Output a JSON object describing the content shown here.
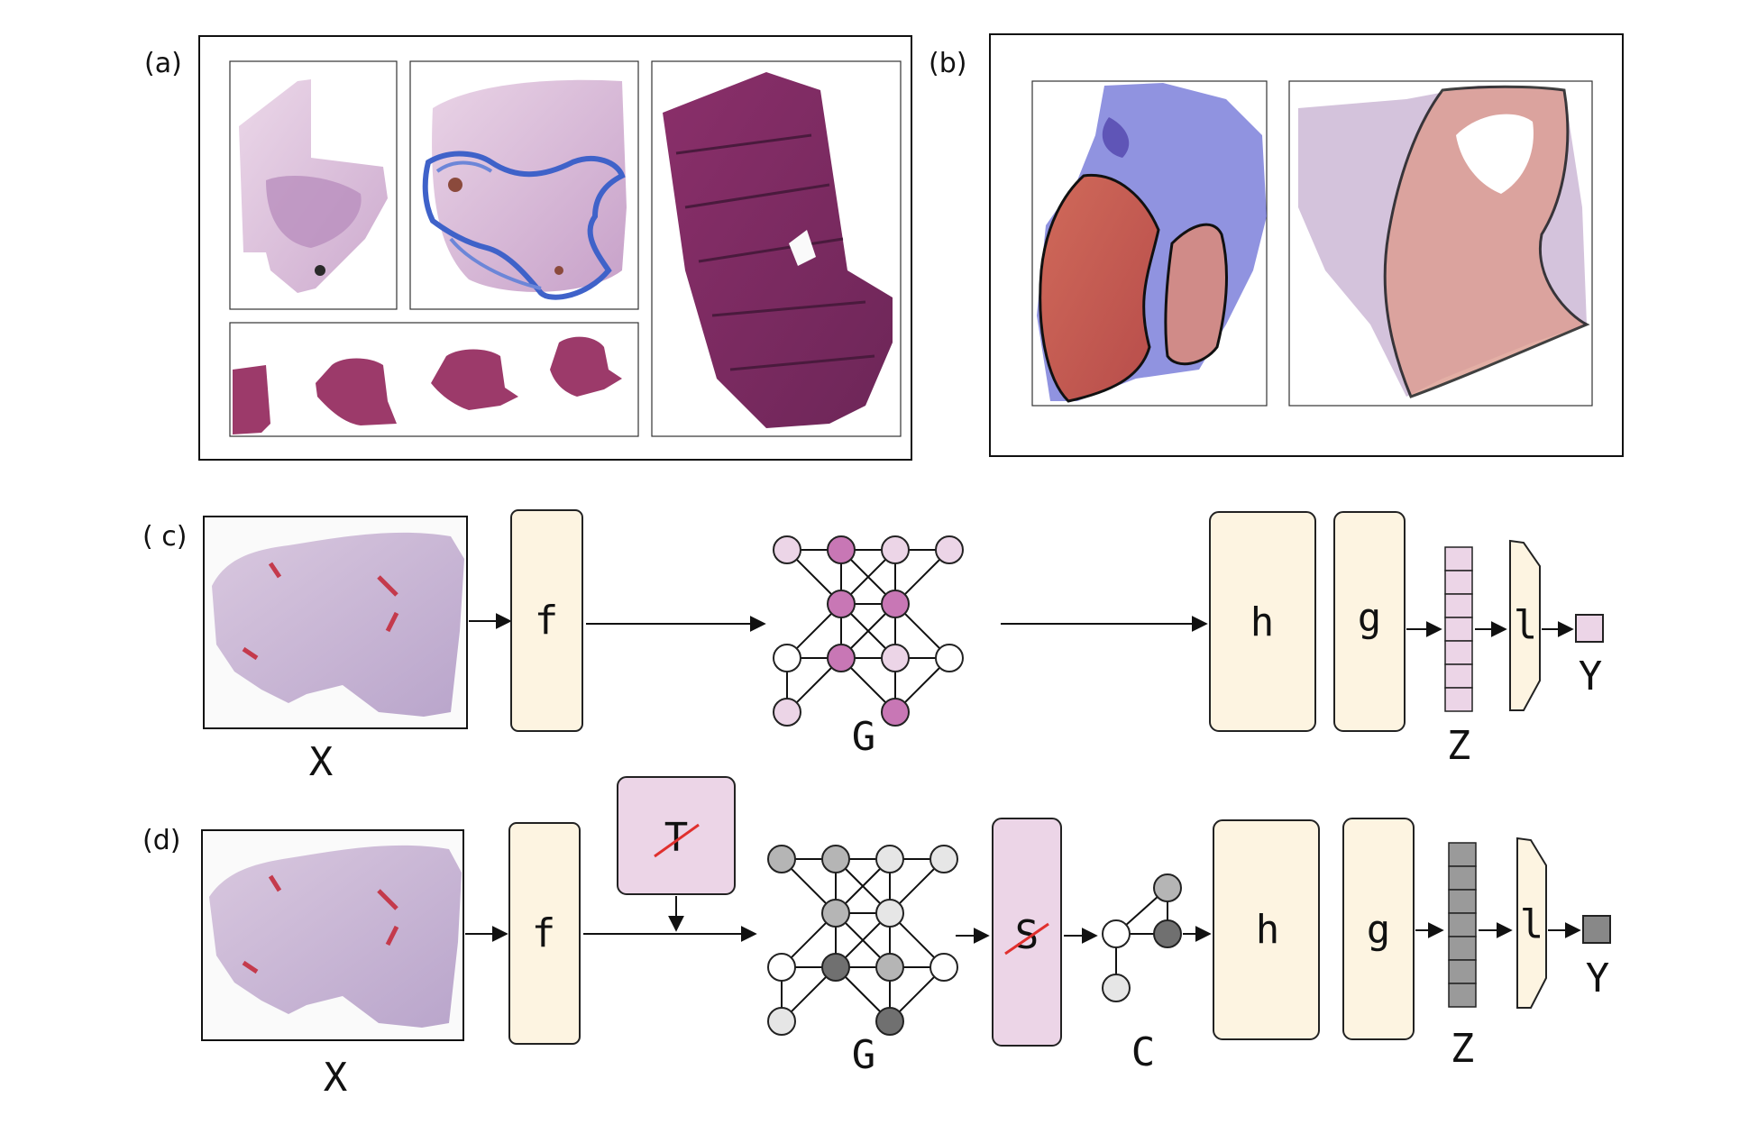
{
  "panels": {
    "a": {
      "label": "(a)"
    },
    "b": {
      "label": "(b)"
    },
    "c": {
      "label": "( c)",
      "input": "X",
      "f": "f",
      "graph": "G",
      "h": "h",
      "g": "g",
      "z": "Z",
      "l": "l",
      "y": "Y"
    },
    "d": {
      "label": "(d)",
      "input": "X",
      "f": "f",
      "t": "T",
      "graph": "G",
      "s": "S",
      "c": "C",
      "h": "h",
      "g": "g",
      "z": "Z",
      "l": "l",
      "y": "Y"
    }
  },
  "colors": {
    "cream": "#fdf4e1",
    "pink_light": "#ecd5e7",
    "pink_mid": "#dfb3d6",
    "pink_dark": "#c877b5",
    "gray_light": "#e6e6e6",
    "gray_mid": "#b5b5b5",
    "gray_dark": "#707070",
    "strike_red": "#e0302e"
  },
  "graph_c_nodes": [
    "light",
    "dark",
    "light",
    "light",
    "dark",
    "dark",
    "white",
    "dark",
    "light",
    "white",
    "light",
    "dark"
  ],
  "graph_d_nodes": [
    "mid",
    "mid",
    "light",
    "light",
    "mid",
    "light",
    "white",
    "dark",
    "mid",
    "white",
    "light",
    "dark"
  ],
  "graph_c_out_nodes": [],
  "z_cells": 7
}
